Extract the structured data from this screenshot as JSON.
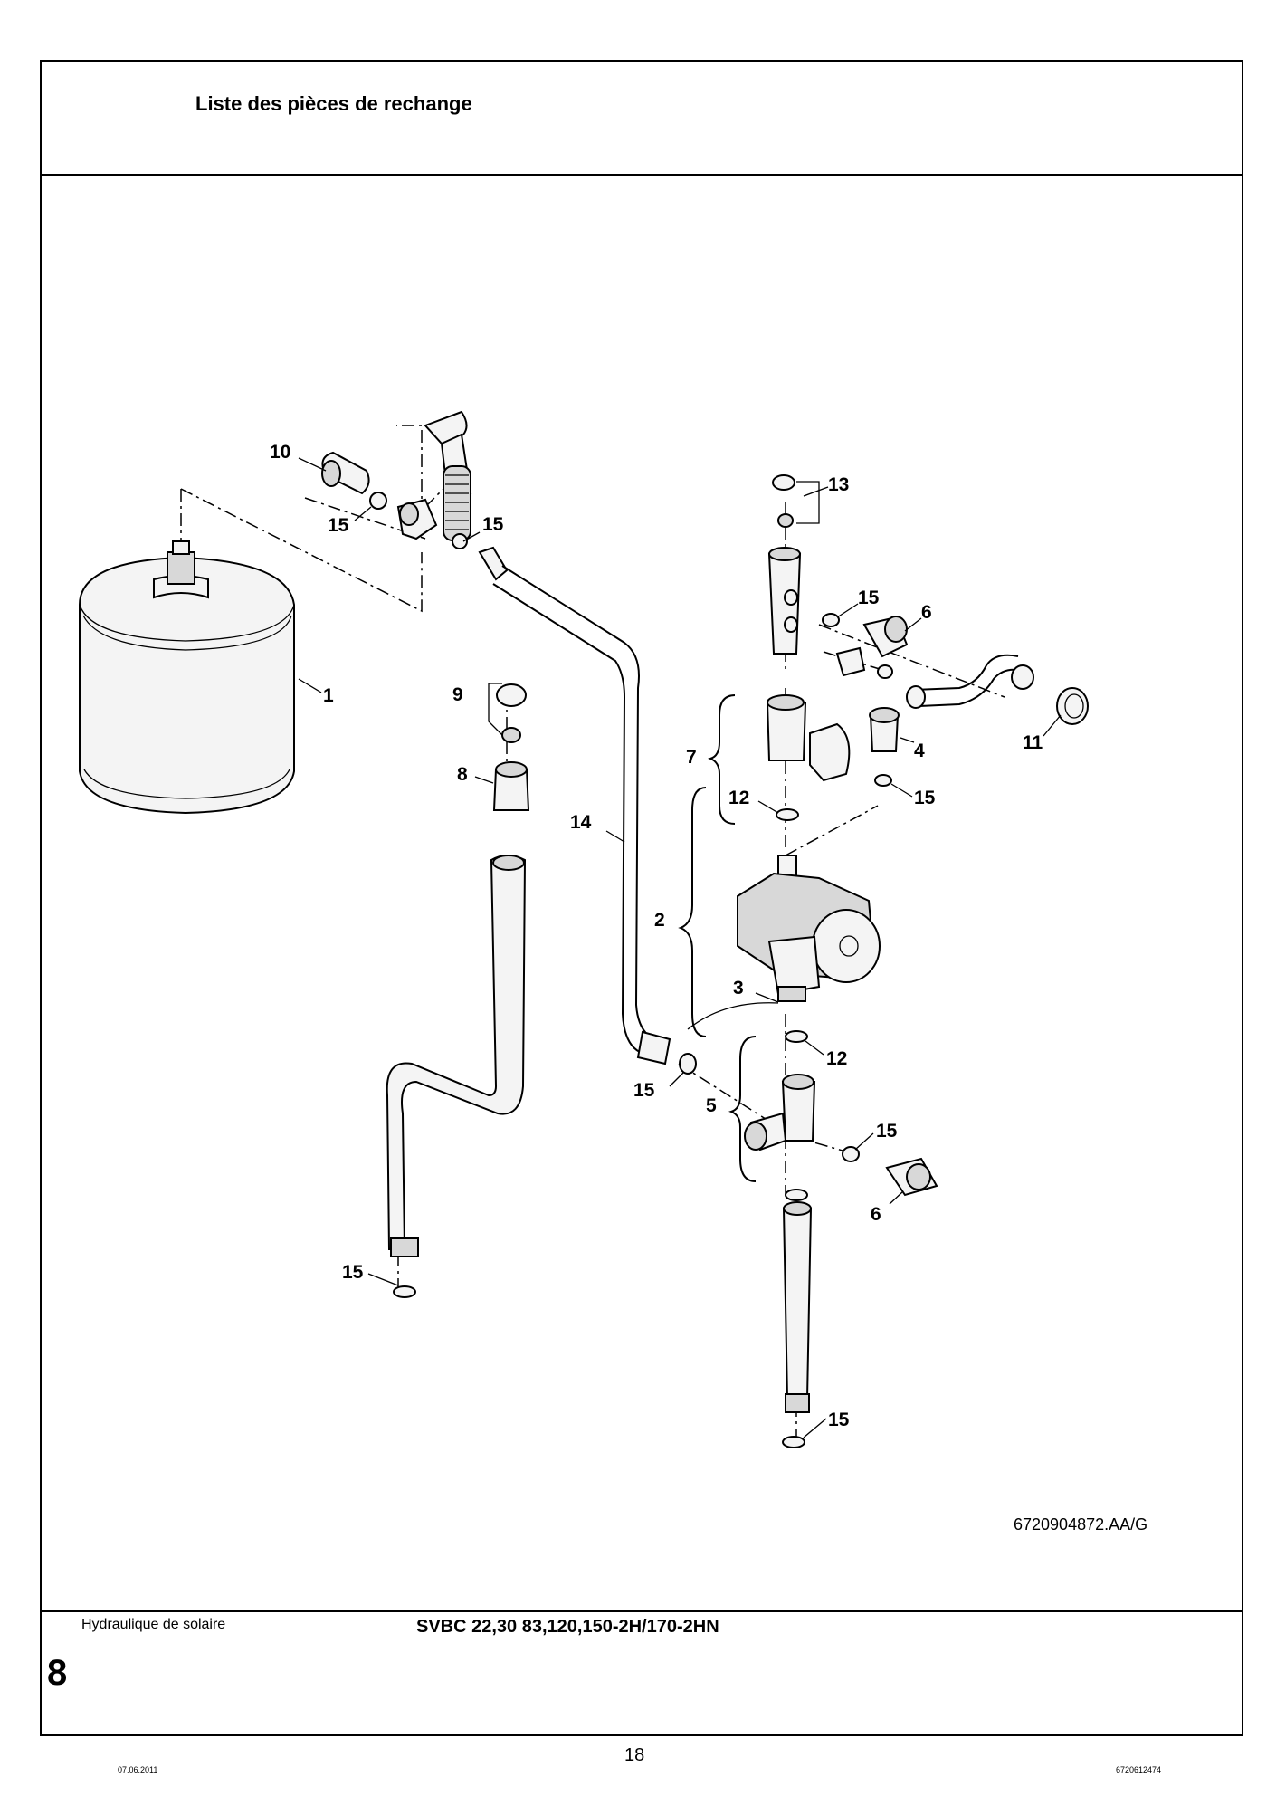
{
  "header": {
    "title": "Liste des pièces de rechange"
  },
  "diagram": {
    "callouts": {
      "c1": "1",
      "c2": "2",
      "c3": "3",
      "c4": "4",
      "c5": "5",
      "c6a": "6",
      "c6b": "6",
      "c7": "7",
      "c8": "8",
      "c9": "9",
      "c10": "10",
      "c11": "11",
      "c12a": "12",
      "c12b": "12",
      "c13": "13",
      "c14": "14",
      "c15a": "15",
      "c15b": "15",
      "c15c": "15",
      "c15d": "15",
      "c15e": "15",
      "c15f": "15",
      "c15g": "15",
      "c15h": "15"
    },
    "reference": "6720904872.AA/G"
  },
  "footer": {
    "section": "Hydraulique de solaire",
    "model": "SVBC 22,30 83,120,150-2H/170-2HN",
    "chapter": "8",
    "page": "18",
    "date": "07.06.2011",
    "doc_number": "6720612474"
  }
}
